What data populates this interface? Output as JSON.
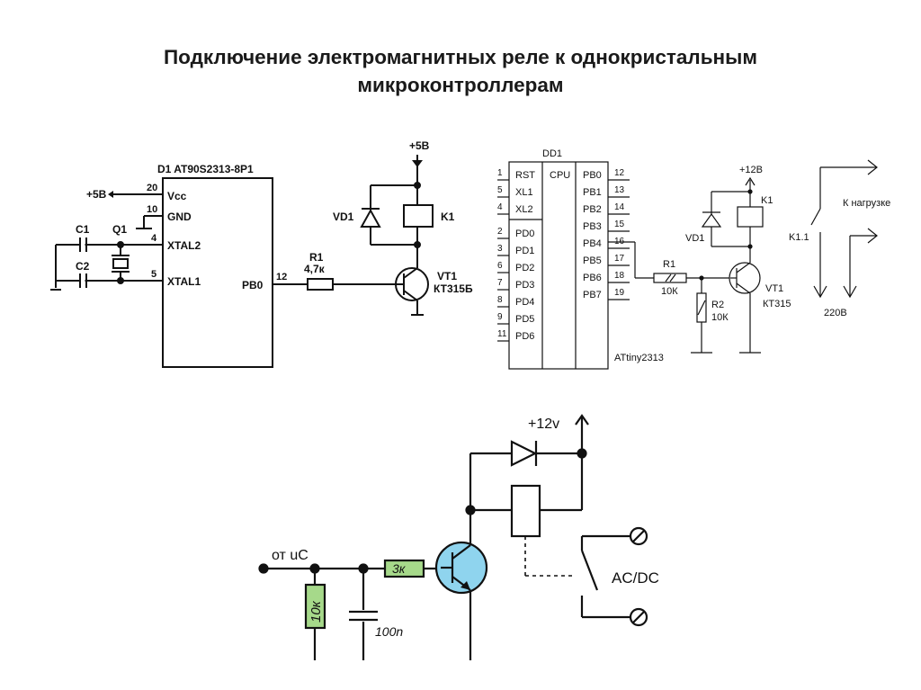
{
  "title": {
    "line1": "Подключение электромагнитных реле к однокристальным",
    "line2": "микроконтроллерам"
  },
  "schematic1": {
    "chip_label": "D1  AT90S2313-8P1",
    "vcc": "+5В",
    "pins": {
      "vcc_num": "20",
      "vcc": "Vcc",
      "gnd_num": "10",
      "gnd": "GND",
      "xtal2_num": "4",
      "xtal2": "XTAL2",
      "xtal1_num": "5",
      "xtal1": "XTAL1",
      "pb0": "PB0",
      "pb0_num": "12"
    },
    "c1": "C1",
    "c2": "C2",
    "q1": "Q1",
    "supply": "+5В",
    "vd1": "VD1",
    "k1": "K1",
    "r1": "R1",
    "r1_val": "4,7к",
    "vt1": "VT1",
    "vt1_type": "КТ315Б"
  },
  "schematic2": {
    "chip_label": "DD1",
    "chip_name": "ATtiny2313",
    "left_pins": [
      "RST",
      "XL1",
      "XL2",
      "PD0",
      "PD1",
      "PD2",
      "PD3",
      "PD4",
      "PD5",
      "PD6"
    ],
    "left_nums": [
      "1",
      "5",
      "4",
      "2",
      "3",
      "6",
      "7",
      "8",
      "9",
      "11"
    ],
    "cpu": "CPU",
    "right_pins": [
      "PB0",
      "PB1",
      "PB2",
      "PB3",
      "PB4",
      "PB5",
      "PB6",
      "PB7"
    ],
    "right_nums": [
      "12",
      "13",
      "14",
      "15",
      "16",
      "17",
      "18",
      "19"
    ],
    "supply": "+12В",
    "k1": "K1",
    "vd1": "VD1",
    "r1": "R1",
    "r1_val": "10К",
    "r2": "R2",
    "r2_val": "10К",
    "vt1": "VT1",
    "vt1_type": "КТ315",
    "k11": "K1.1",
    "load": "К нагрузке",
    "mains": "220В"
  },
  "schematic3": {
    "supply": "+12v",
    "input": "от uC",
    "r_series": "3к",
    "r_shunt": "10к",
    "cap": "100n",
    "output": "AC/DC"
  },
  "colors": {
    "resistor_fill": "#a6d98a",
    "transistor_fill": "#8fd4ee",
    "line": "#111111"
  }
}
